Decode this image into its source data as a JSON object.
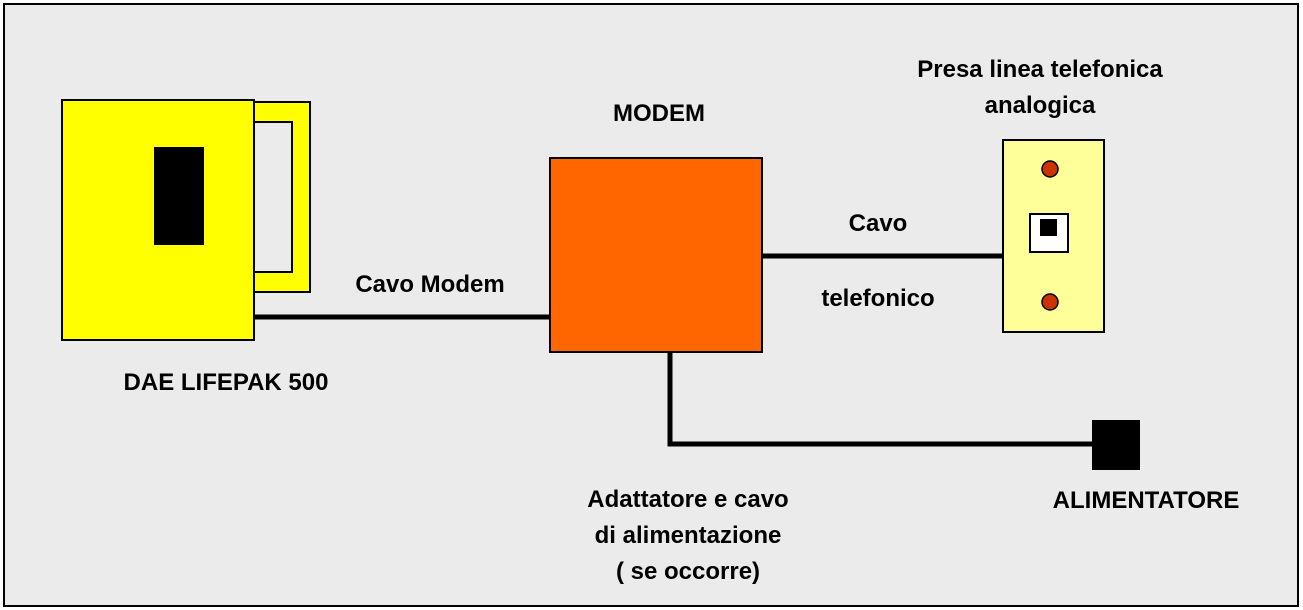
{
  "diagram": {
    "labels": {
      "dae": "DAE LIFEPAK 500",
      "modem": "MODEM",
      "cable_modem": "Cavo Modem",
      "cable_phone_line1": "Cavo",
      "cable_phone_line2": "telefonico",
      "socket_line1": "Presa linea telefonica",
      "socket_line2": "analogica",
      "adapter_line1": "Adattatore e cavo",
      "adapter_line2": "di alimentazione",
      "adapter_line3": "( se occorre)",
      "power_supply": "ALIMENTATORE"
    },
    "colors": {
      "background": "#ebebeb",
      "dae_body": "#ffff00",
      "modem": "#ff6600",
      "socket": "#ffff99",
      "socket_holes": "#cc3300",
      "lines": "#000000"
    }
  }
}
